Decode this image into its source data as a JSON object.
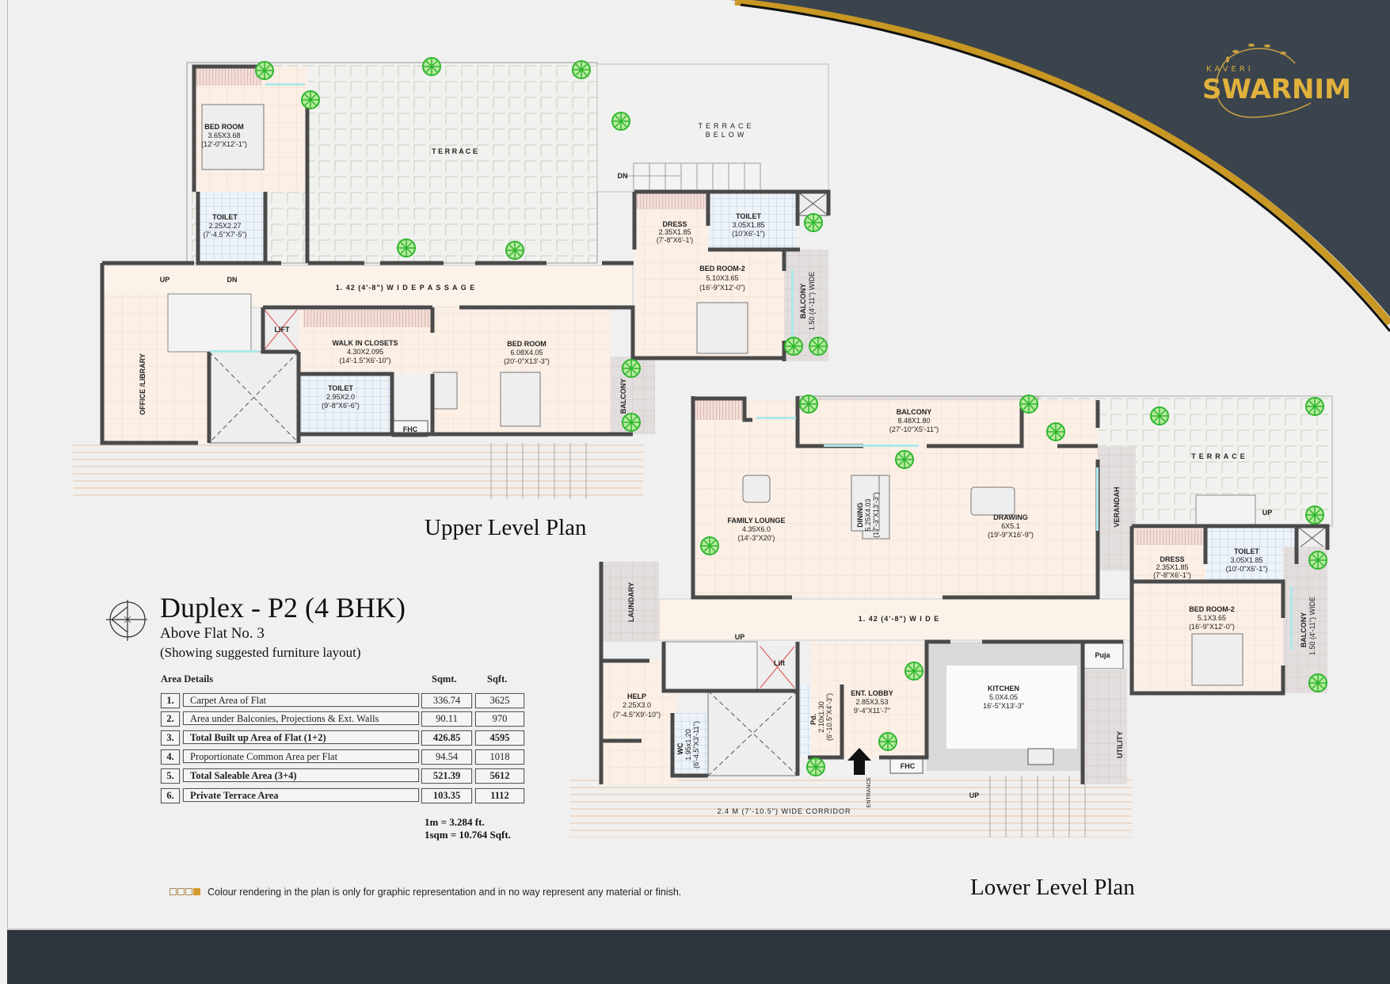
{
  "brand": {
    "small": "KAVERI",
    "name": "SWARNIM",
    "gold": "#d9a935",
    "dark": "#36404a"
  },
  "title": {
    "main": "Duplex - P2 (4 BHK)",
    "subtitle": "Above Flat No. 3",
    "note": "(Showing suggested furniture layout)"
  },
  "area_table": {
    "heading": "Area Details",
    "col_sqmt": "Sqmt.",
    "col_sqft": "Sqft.",
    "rows": [
      {
        "num": "1.",
        "desc": "Carpet Area of Flat",
        "sqmt": "336.74",
        "sqft": "3625"
      },
      {
        "num": "2.",
        "desc": "Area under Balconies, Projections & Ext. Walls",
        "sqmt": "90.11",
        "sqft": "970"
      },
      {
        "num": "3.",
        "desc": "Total Built up Area of Flat (1+2)",
        "sqmt": "426.85",
        "sqft": "4595"
      },
      {
        "num": "4.",
        "desc": "Proportionate Common Area per Flat",
        "sqmt": "94.54",
        "sqft": "1018"
      },
      {
        "num": "5.",
        "desc": "Total Saleable Area (3+4)",
        "sqmt": "521.39",
        "sqft": "5612"
      },
      {
        "num": "6.",
        "desc": "Private Terrace Area",
        "sqmt": "103.35",
        "sqft": "1112"
      }
    ],
    "scale_1": "1m = 3.284 ft.",
    "scale_2": "1sqm = 10.764 Sqft."
  },
  "disclaimer": "Colour rendering in the plan is only for graphic representation and in no way represent any material or finish.",
  "upper_plan": {
    "title": "Upper Level Plan",
    "bed_room_1": {
      "name": "BED ROOM",
      "size": "3.65X3.68",
      "imperial": "(12'-0\"X12'-1\")"
    },
    "toilet_1": {
      "name": "TOILET",
      "size": "2.25X2.27",
      "imperial": "(7'-4.5\"X7'-5\")"
    },
    "terrace": "T E R R A C E",
    "terrace_below_1": "TERRACE",
    "terrace_below_2": "BELOW",
    "dn_terrace": "DN",
    "dress": {
      "name": "DRESS",
      "size": "2.35X1.85",
      "imperial": "(7'-8\"X6'-1')"
    },
    "toilet_2": {
      "name": "TOILET",
      "size": "3.05X1.85",
      "imperial": "(10'X6'-1\")"
    },
    "bed_room_2": {
      "name": "BED ROOM-2",
      "size": "5.10X3.65",
      "imperial": "(16'-9\"X12'-0\")"
    },
    "balcony_2": {
      "name": "BALCONY",
      "width": "1.50 (4'-11\") WIDE"
    },
    "passage": "1. 42 (4'-8\")  W I D E P A S S A G E",
    "up": "UP",
    "dn": "DN",
    "office": "OFFICE /LIBRARY",
    "lift": "LIFT",
    "walk_in": {
      "name": "WALK IN CLOSETS",
      "size": "4.30X2.095",
      "imperial": "(14'-1.5\"X6'-10\")"
    },
    "toilet_3": {
      "name": "TOILET",
      "size": "2.95X2.0",
      "imperial": "(9'-8\"X6'-6\")"
    },
    "fhc": "FHC",
    "bed_room_master": {
      "name": "BED ROOM",
      "size": "6.08X4.05",
      "imperial": "(20'-0\"X13'-3\")"
    },
    "balcony": "BALCONY"
  },
  "lower_plan": {
    "title": "Lower Level Plan",
    "balcony": {
      "name": "BALCONY",
      "size": "8.48X1.80",
      "imperial": "(27'-10\"X5'-11\")"
    },
    "terrace": "TERRACE",
    "up_terrace": "UP",
    "family_lounge": {
      "name": "FAMILY LOUNGE",
      "size": "4.35X6.0",
      "imperial": "(14'-3\"X20')"
    },
    "dining": {
      "name": "DINING",
      "size": "5.25X4.03",
      "imperial": "(17'-3\"X13'-3\")"
    },
    "drawing": {
      "name": "DRAWING",
      "size": "6X5.1",
      "imperial": "(19'-9\"X16'-9\")"
    },
    "verandah": "VERANDAH",
    "dress": {
      "name": "DRESS",
      "size": "2.35X1.85",
      "imperial": "(7'-8\"X6'-1\")"
    },
    "toilet": {
      "name": "TOILET",
      "size": "3.05X1.85",
      "imperial": "(10'-0\"X6'-1\")"
    },
    "bed_room_2": {
      "name": "BED ROOM-2",
      "size": "5.1X3.65",
      "imperial": "(16'-9\"X12'-0\")"
    },
    "balcony_2": {
      "name": "BALCONY",
      "width": "1.50 (4'-11\") WIDE"
    },
    "passage": "1. 42 (4'-8\")  W I D E",
    "laundary": "LAUNDARY",
    "up": "UP",
    "help": {
      "name": "HELP",
      "size": "2.25X3.0",
      "imperial": "(7'-4.5\"X9'-10\")"
    },
    "wc": {
      "name": "WC",
      "size": "1.95x1.20",
      "imperial": "(6'-4.5\"X3'-11\")"
    },
    "lift": "Lift",
    "pd": {
      "name": "Pd.",
      "size": "2.10x1.30",
      "imperial": "(6'-10.5\"X4'-3\")"
    },
    "ent_lobby": {
      "name": "ENT. LOBBY",
      "size": "2.85X3.53",
      "imperial": "9'-4\"X11'-7\""
    },
    "kitchen": {
      "name": "KITCHEN",
      "size": "5.0X4.05",
      "imperial": "16'-5\"X13'-3\""
    },
    "puja": "Puja",
    "utility": "UTILITY",
    "fhc": "FHC",
    "entrance": "ENTRANCE",
    "up_corridor": "UP",
    "corridor": "2.4 M (7'-10.5\") WIDE CORRIDOR"
  }
}
